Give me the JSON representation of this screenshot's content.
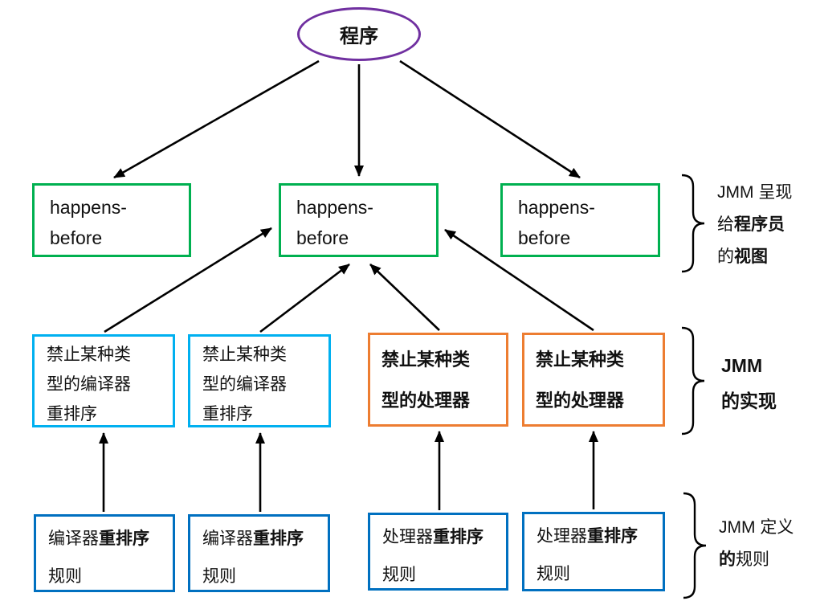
{
  "colors": {
    "purple": "#7030A0",
    "green": "#00B050",
    "cyan": "#00B0F0",
    "orange": "#ED7D31",
    "blue": "#0070C0",
    "arrow": "#000000"
  },
  "root_node": {
    "label": "程序"
  },
  "happens_before_boxes": [
    {
      "label": "happens-\nbefore"
    },
    {
      "label": "happens-\nbefore"
    },
    {
      "label": "happens-\nbefore"
    }
  ],
  "implementation_boxes": [
    {
      "lines": [
        [
          {
            "t": "禁止某种类",
            "b": false
          }
        ],
        [
          {
            "t": "型的编译器",
            "b": false
          }
        ],
        [
          {
            "t": "重排序",
            "b": false
          }
        ]
      ]
    },
    {
      "lines": [
        [
          {
            "t": "禁止某种类",
            "b": false
          }
        ],
        [
          {
            "t": "型的编译器",
            "b": false
          }
        ],
        [
          {
            "t": "重排序",
            "b": false
          }
        ]
      ]
    },
    {
      "lines": [
        [
          {
            "t": "禁止某种类",
            "b": true
          }
        ],
        [
          {
            "t": "型的处理器",
            "b": true
          }
        ]
      ]
    },
    {
      "lines": [
        [
          {
            "t": "禁止某种类",
            "b": true
          }
        ],
        [
          {
            "t": "型的处理器",
            "b": true
          }
        ]
      ]
    }
  ],
  "rule_boxes": [
    {
      "lines": [
        [
          {
            "t": "编译器",
            "b": false
          },
          {
            "t": "重排序",
            "b": true
          }
        ],
        [
          {
            "t": "规则",
            "b": false
          }
        ]
      ]
    },
    {
      "lines": [
        [
          {
            "t": "编译器",
            "b": false
          },
          {
            "t": "重排序",
            "b": true
          }
        ],
        [
          {
            "t": "规则",
            "b": false
          }
        ]
      ]
    },
    {
      "lines": [
        [
          {
            "t": "处理器",
            "b": false
          },
          {
            "t": "重排序",
            "b": true
          }
        ],
        [
          {
            "t": "规则",
            "b": false
          }
        ]
      ]
    },
    {
      "lines": [
        [
          {
            "t": "处理器",
            "b": false
          },
          {
            "t": "重排序",
            "b": true
          }
        ],
        [
          {
            "t": "规则",
            "b": false
          }
        ]
      ]
    }
  ],
  "annotations": [
    {
      "lines": [
        [
          {
            "t": "JMM 呈现",
            "b": false
          }
        ],
        [
          {
            "t": "给",
            "b": false
          },
          {
            "t": "程序员",
            "b": true
          }
        ],
        [
          {
            "t": "的",
            "b": false
          },
          {
            "t": "视图",
            "b": true
          }
        ]
      ]
    },
    {
      "lines": [
        [
          {
            "t": "JMM",
            "b": true
          }
        ],
        [
          {
            "t": "的实现",
            "b": true
          }
        ]
      ]
    },
    {
      "lines": [
        [
          {
            "t": "JMM 定义",
            "b": false
          }
        ],
        [
          {
            "t": "的",
            "b": true
          },
          {
            "t": "规则",
            "b": false
          }
        ]
      ]
    }
  ]
}
